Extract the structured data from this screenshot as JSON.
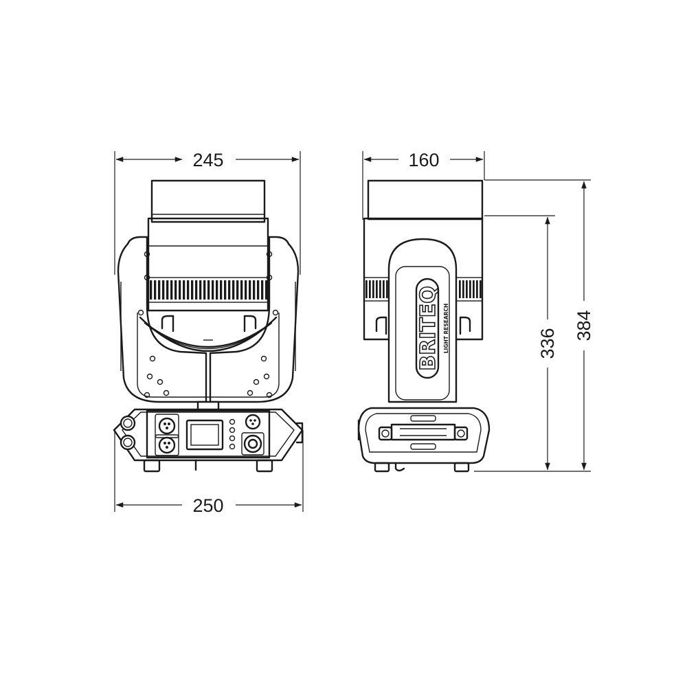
{
  "dimensions": {
    "front_top_width": "245",
    "front_base_width": "250",
    "side_width": "160",
    "body_height": "336",
    "total_height": "384"
  },
  "logo": {
    "brand": "BRITEQ",
    "tagline": "LIGHT RESEARCH"
  }
}
